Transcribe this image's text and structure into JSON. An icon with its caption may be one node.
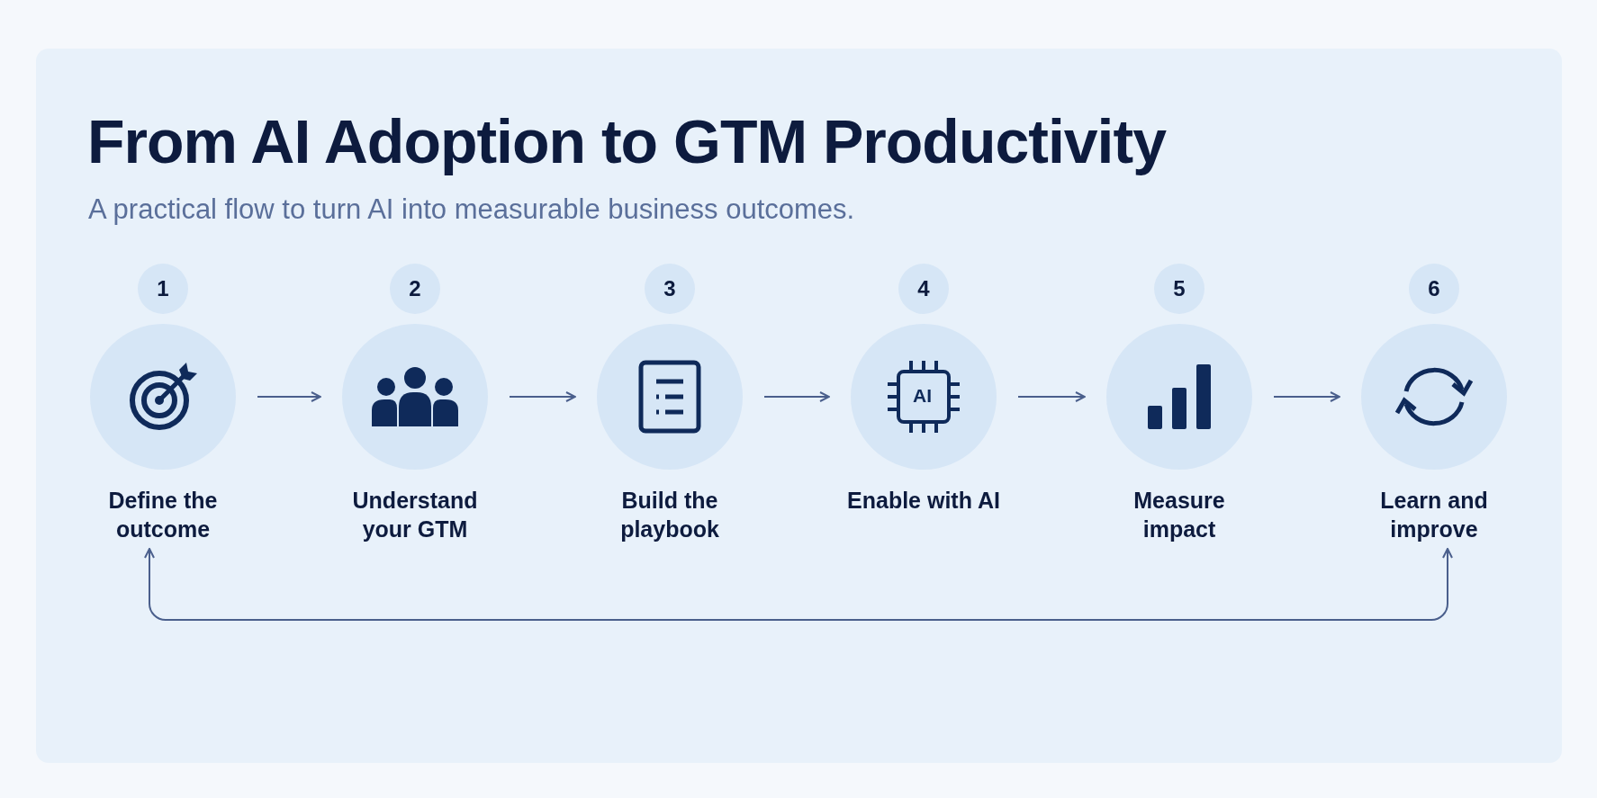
{
  "diagram": {
    "title": "From AI Adoption to GTM Productivity",
    "caption": "A practical flow to turn AI into measurable business outcomes.",
    "nodes": [
      {
        "text": [
          "Define the outcome"
        ],
        "beside": [
          "1"
        ]
      },
      {
        "text": [
          "Understand your GTM"
        ],
        "beside": [
          "2"
        ]
      },
      {
        "text": [
          "Build the playbook"
        ],
        "beside": [
          "3"
        ]
      },
      {
        "text": [
          "Enable with AI"
        ],
        "beside": [
          "4"
        ]
      },
      {
        "text": [
          "Measure impact"
        ],
        "beside": [
          "5"
        ]
      },
      {
        "text": [
          "Learn and improve"
        ],
        "beside": [
          "6"
        ]
      }
    ],
    "edges": [
      {
        "from": 0,
        "to": 1,
        "arrow": "to"
      },
      {
        "from": 1,
        "to": 2,
        "arrow": "to"
      },
      {
        "from": 2,
        "to": 3,
        "arrow": "to"
      },
      {
        "from": 3,
        "to": 4,
        "arrow": "to"
      },
      {
        "from": 4,
        "to": 5,
        "arrow": "to"
      },
      {
        "from": 5,
        "to": 0,
        "arrow": "both"
      }
    ],
    "labels": [
      "AI"
    ]
  }
}
